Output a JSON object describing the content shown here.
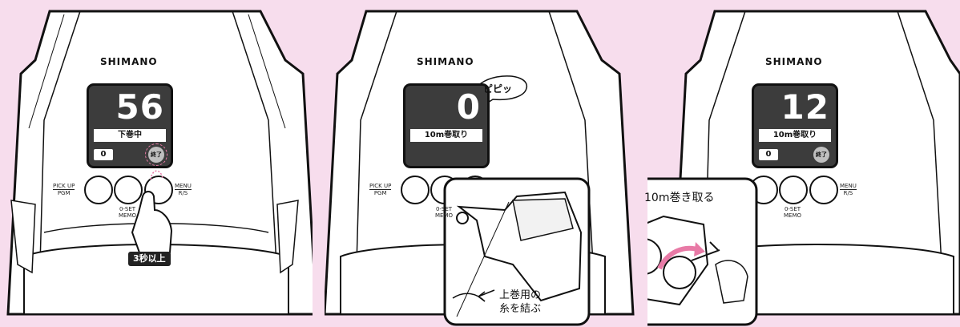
{
  "panels": [
    {
      "brand": "SHIMANO",
      "counter": "56",
      "status": "下巻中",
      "mini_value": "0",
      "end_label": "終了",
      "buttons": {
        "left_top": "PICK UP",
        "left_bottom": "PGM",
        "mid_top": "0-SET",
        "mid_bottom": "MEMO",
        "right_top": "MENU",
        "right_bottom": "R/S"
      },
      "press_tag": "3秒以上"
    },
    {
      "brand": "SHIMANO",
      "counter": "0",
      "status": "10m巻取り",
      "buttons": {
        "left_top": "PICK UP",
        "left_bottom": "PGM",
        "mid_top": "0-SET",
        "mid_bottom": "MEMO"
      },
      "beep": "ピピッ",
      "inset_caption_line1": "上巻用の",
      "inset_caption_line2": "糸を結ぶ"
    },
    {
      "brand": "SHIMANO",
      "counter": "12",
      "status": "10m巻取り",
      "mini_value": "0",
      "end_label": "終了",
      "buttons": {
        "mid_top": "0-SET",
        "mid_bottom": "MEMO",
        "right_top": "MENU",
        "right_bottom": "R/S"
      },
      "inset_title": "10m巻き取る"
    }
  ],
  "colors": {
    "background": "#f7dded",
    "screen": "#3c3c3c",
    "accent_pink": "#e87aa6"
  }
}
